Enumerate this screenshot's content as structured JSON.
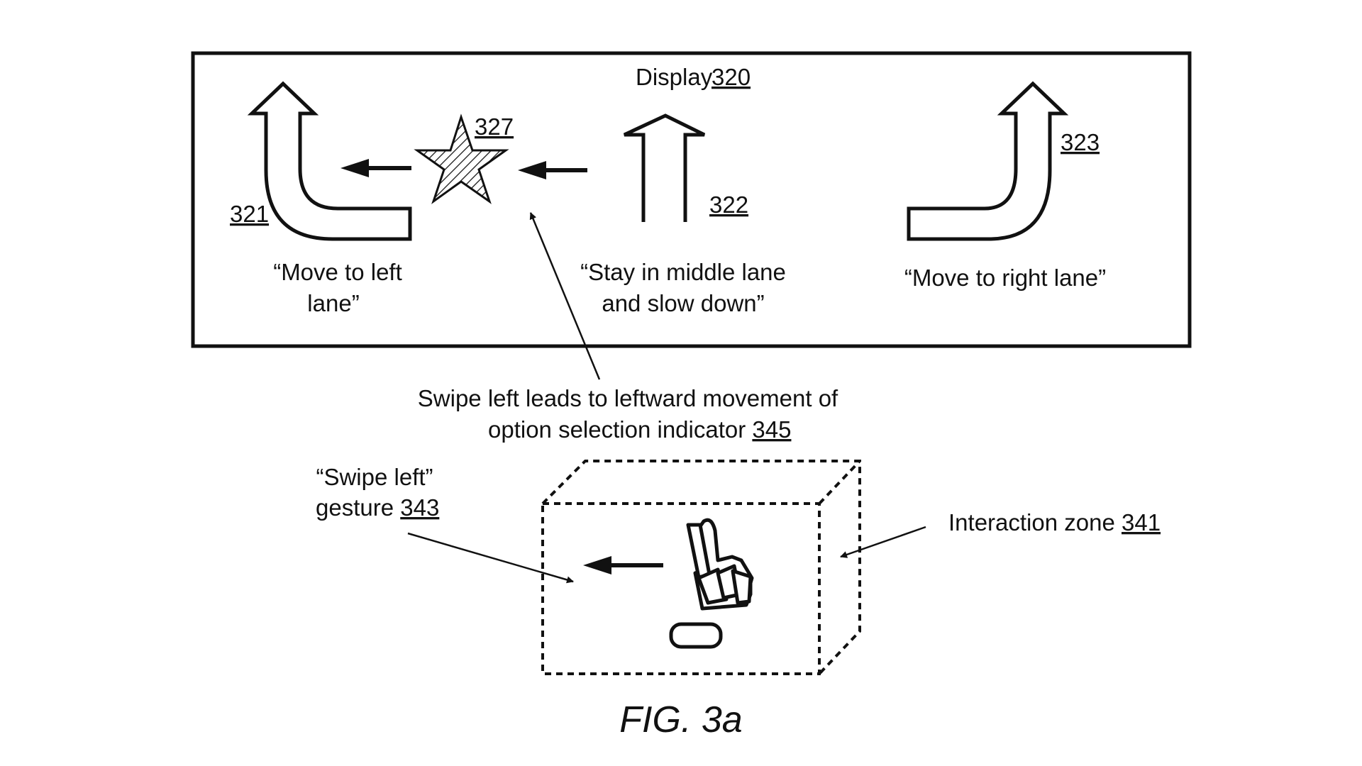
{
  "figure": {
    "caption": "FIG. 3a",
    "display": {
      "label": "Display",
      "ref": "320"
    },
    "options": {
      "left": {
        "ref": "321",
        "caption_line1": "“Move to left",
        "caption_line2": "lane”"
      },
      "middle": {
        "ref": "322",
        "caption_line1": "“Stay in middle lane",
        "caption_line2": "and slow down”"
      },
      "right": {
        "ref": "323",
        "caption": "“Move to right lane”"
      }
    },
    "indicator": {
      "ref": "327",
      "icon": "star-icon"
    },
    "swipe_effect": {
      "line1": "Swipe left leads to  leftward movement of",
      "line2_prefix": "option selection indicator ",
      "line2_ref": "345"
    },
    "gesture": {
      "line1": "“Swipe left”",
      "line2_prefix": "gesture ",
      "line2_ref": "343",
      "icon": "pointing-hand-icon"
    },
    "interaction_zone": {
      "prefix": "Interaction zone ",
      "ref": "341"
    }
  }
}
